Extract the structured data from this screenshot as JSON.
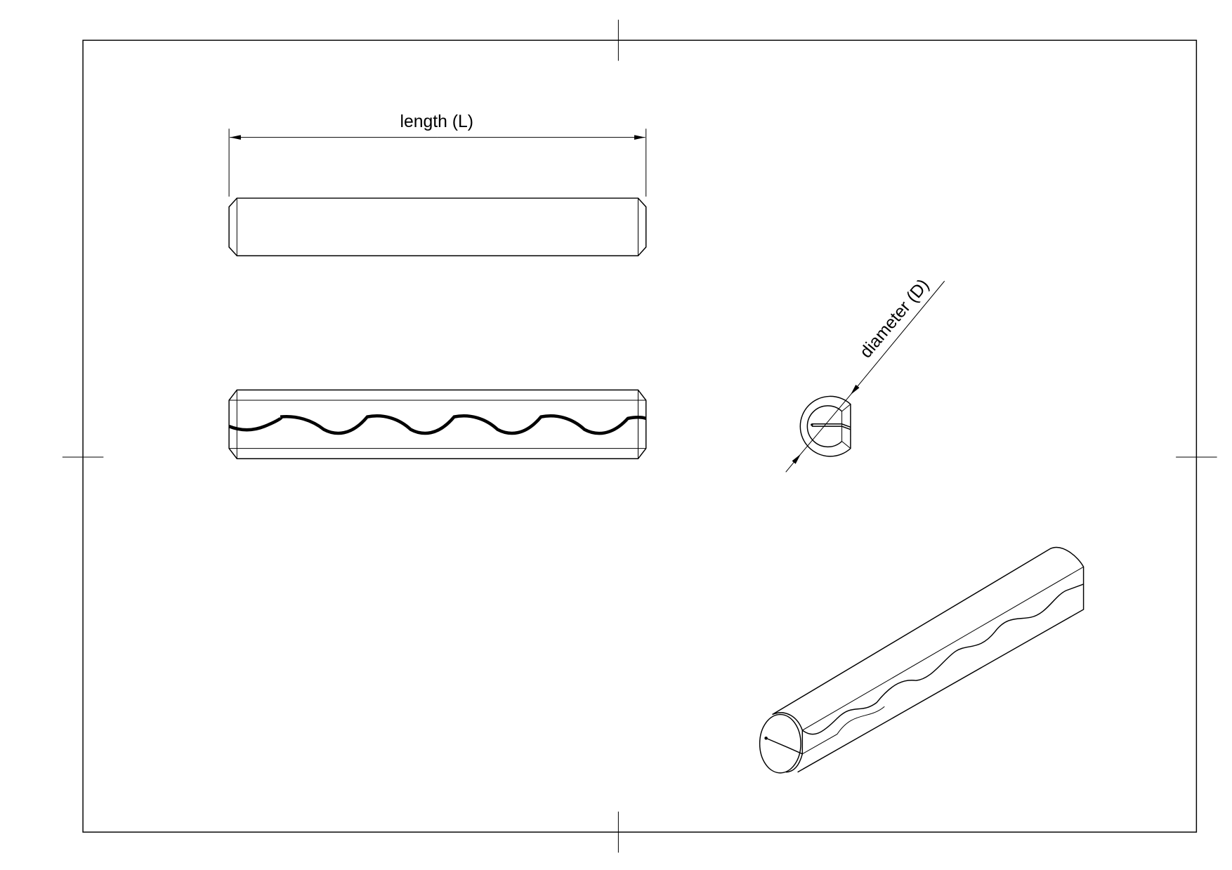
{
  "drawing": {
    "dimensions": {
      "length_label": "length (L)",
      "diameter_label": "diameter (D)"
    },
    "views": [
      "top-view",
      "side-view",
      "end-view",
      "isometric-view"
    ]
  }
}
